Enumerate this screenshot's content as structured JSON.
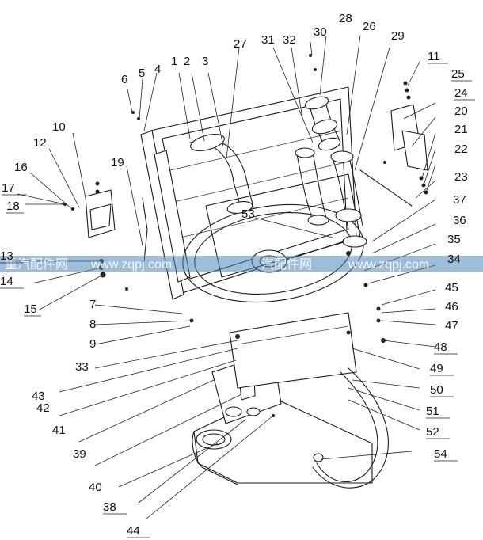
{
  "watermark": {
    "left": "重汽配件网",
    "mid_left": "www.zqpj.com",
    "mid_right": "汽配件网",
    "right": "www.zqpj.com",
    "band_color": "#4f86b8"
  },
  "callouts": {
    "1": "1",
    "2": "2",
    "3": "3",
    "4": "4",
    "5": "5",
    "6": "6",
    "7": "7",
    "8": "8",
    "9": "9",
    "10": "10",
    "11": "11",
    "12": "12",
    "13": "13",
    "14": "14",
    "15": "15",
    "16": "16",
    "17": "17",
    "18": "18",
    "19": "19",
    "20": "20",
    "21": "21",
    "22": "22",
    "23": "23",
    "24": "24",
    "25": "25",
    "26": "26",
    "27": "27",
    "28": "28",
    "29": "29",
    "30": "30",
    "31": "31",
    "32": "32",
    "33": "33",
    "34": "34",
    "35": "35",
    "36": "36",
    "37": "37",
    "38": "38",
    "39": "39",
    "40": "40",
    "41": "41",
    "42": "42",
    "43": "43",
    "44": "44",
    "45": "45",
    "46": "46",
    "47": "47",
    "48": "48",
    "49": "49",
    "50": "50",
    "51": "51",
    "52": "52",
    "53": "53",
    "54": "54"
  }
}
